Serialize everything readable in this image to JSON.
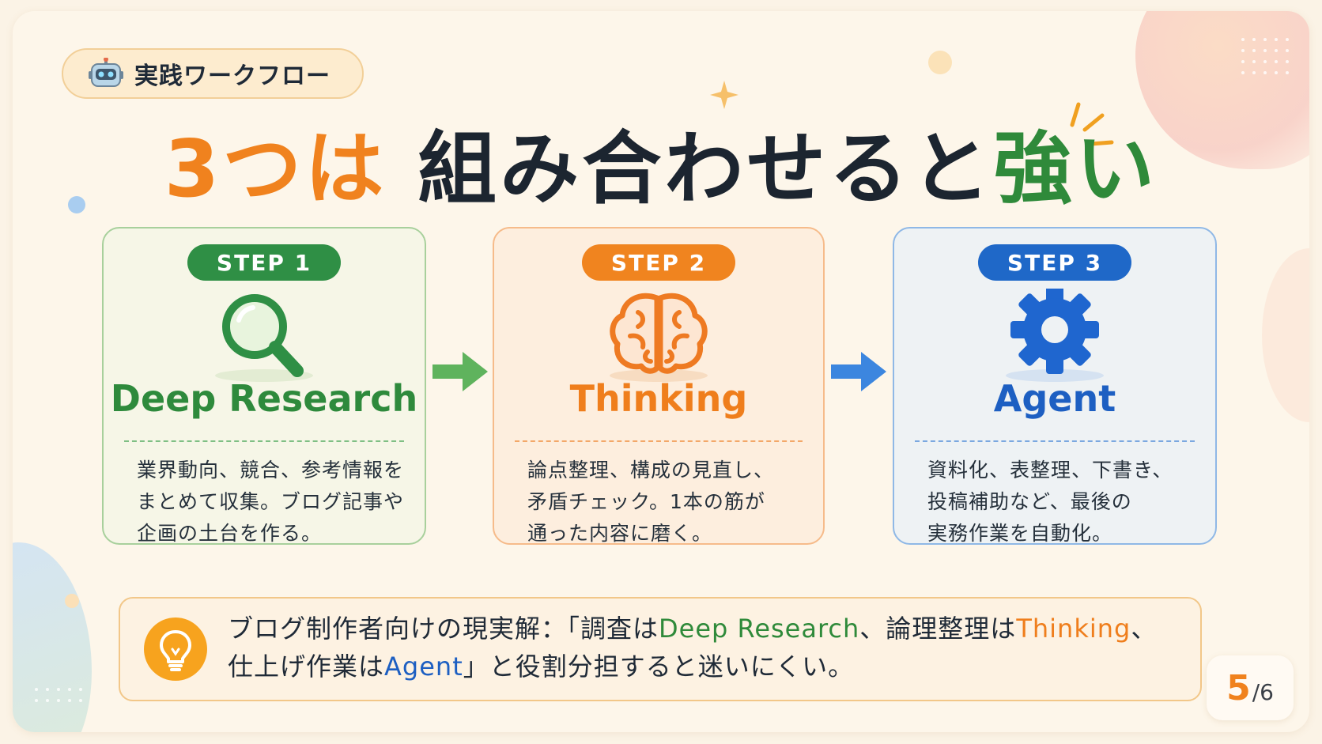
{
  "header": {
    "tag_label": "実践ワークフロー",
    "tag_icon": "robot-icon"
  },
  "title": {
    "part1": "3つは",
    "part2": "組み合わせると",
    "part3": "強い"
  },
  "steps": [
    {
      "badge": "STEP 1",
      "icon": "magnifier-icon",
      "title": "Deep Research",
      "lines": [
        "業界動向、競合、参考情報を",
        "まとめて収集。ブログ記事や",
        "企画の土台を作る。"
      ],
      "color": "#2f8f45"
    },
    {
      "badge": "STEP 2",
      "icon": "brain-icon",
      "title": "Thinking",
      "lines": [
        "論点整理、構成の見直し、",
        "矛盾チェック。1本の筋が",
        "通った内容に磨く。"
      ],
      "color": "#f0841f"
    },
    {
      "badge": "STEP 3",
      "icon": "gear-icon",
      "title": "Agent",
      "lines": [
        "資料化、表整理、下書き、",
        "投稿補助など、最後の",
        "実務作業を自動化。"
      ],
      "color": "#1f68c8"
    }
  ],
  "note": {
    "icon": "lightbulb-icon",
    "l1_a": "ブログ制作者向けの現実解：「調査は",
    "l1_b": "Deep Research",
    "l1_c": "、論理整理は",
    "l1_d": "Thinking",
    "l1_e": "、",
    "l2_a": "仕上げ作業は",
    "l2_b": "Agent",
    "l2_c": "」と役割分担すると迷いにくい。"
  },
  "pagination": {
    "current": "5",
    "total": "/6"
  }
}
